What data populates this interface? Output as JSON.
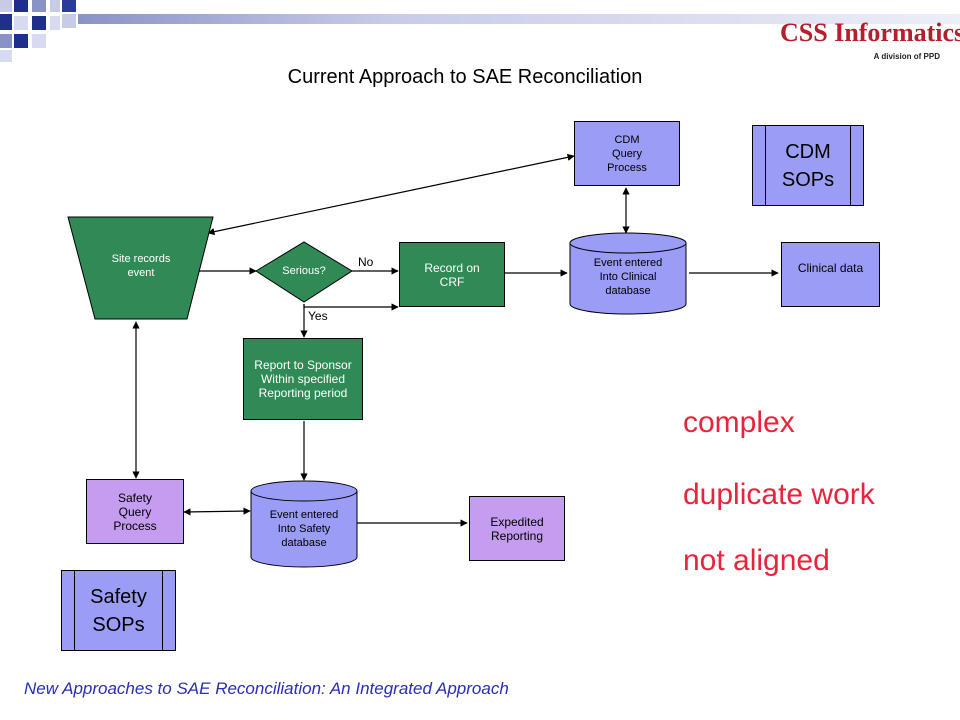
{
  "title": "Current Approach to SAE Reconciliation",
  "logo": {
    "brand": "CSS Informatics®",
    "subtitle": "A division of PPD"
  },
  "nodes": {
    "site_records": "Site records\nevent",
    "serious": "Serious?",
    "record_crf": "Record on\nCRF",
    "clinical_db": "Event entered\nInto Clinical\ndatabase",
    "clinical_data": "Clinical data",
    "cdm_query": "CDM\nQuery\nProcess",
    "cdm_sops": "CDM\nSOPs",
    "report_sponsor": "Report to Sponsor\nWithin specified\nReporting period",
    "safety_db": "Event entered\nInto Safety\ndatabase",
    "expedited": "Expedited\nReporting",
    "safety_query": "Safety\nQuery\nProcess",
    "safety_sops": "Safety\nSOPs"
  },
  "edge_labels": {
    "no": "No",
    "yes": "Yes"
  },
  "issues": [
    "complex",
    "duplicate work",
    "not aligned"
  ],
  "footer": "New Approaches to SAE Reconciliation: An Integrated Approach",
  "colors": {
    "green": "#2f8a55",
    "purple": "#9a9cf6",
    "violet": "#c49cf0",
    "red": "#e8243c",
    "footer_blue": "#2a2db5"
  }
}
